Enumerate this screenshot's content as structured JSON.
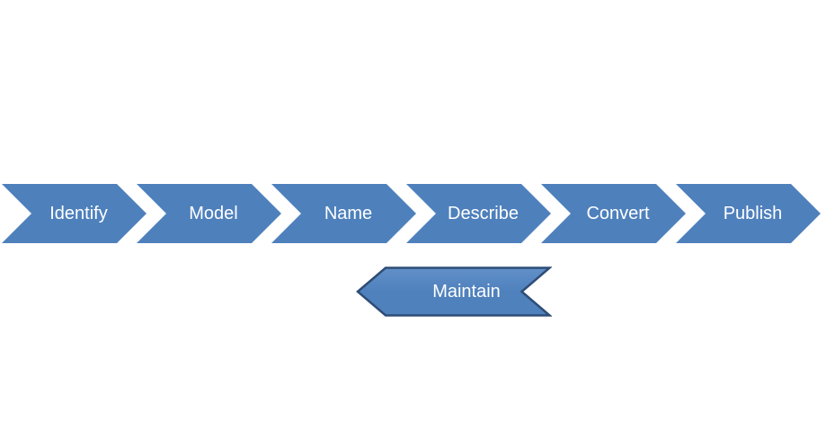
{
  "diagram": {
    "steps": [
      {
        "label": "Identify"
      },
      {
        "label": "Model"
      },
      {
        "label": "Name"
      },
      {
        "label": "Describe"
      },
      {
        "label": "Convert"
      },
      {
        "label": "Publish"
      }
    ],
    "return_step": {
      "label": "Maintain"
    },
    "colors": {
      "chevron_fill": "#4e80bc",
      "maintain_fill": "#4f81bd",
      "maintain_border": "#2e4d76",
      "label_text": "#ffffff",
      "background": "#ffffff"
    }
  }
}
